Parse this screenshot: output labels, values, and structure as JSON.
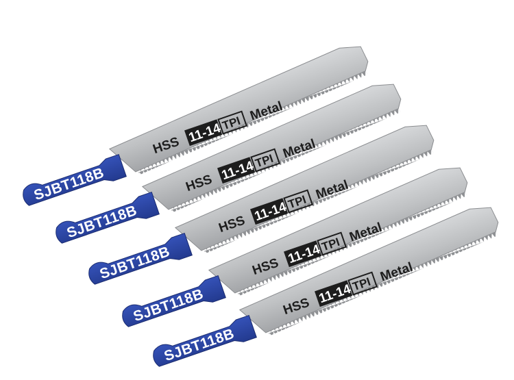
{
  "product": {
    "blade_count": 5,
    "model": "SJBT118B",
    "material": "HSS",
    "tpi_range": "11-14",
    "tpi_label": "TPI",
    "application": "Metal"
  },
  "colors": {
    "tang_blue": "#2a3f9c",
    "blade_steel": "#b9bbbd",
    "background": "#ffffff",
    "print_black": "#1d1d1d"
  }
}
